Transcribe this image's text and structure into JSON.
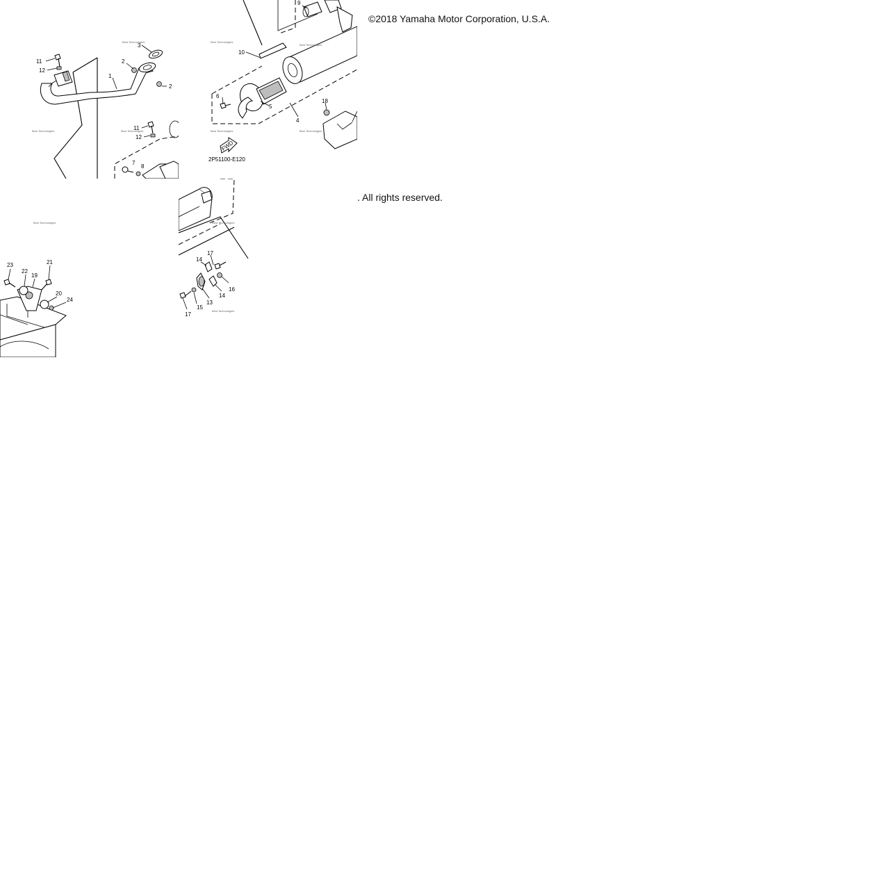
{
  "copyright": "©2018 Yamaha Motor Corporation, U.S.A.",
  "rights": ". All rights reserved.",
  "diagram_code": "2P51100-E120",
  "fwd_label": "FWD",
  "watermark": "Best Technologies",
  "callouts": {
    "tile_a": [
      "11",
      "12",
      "1",
      "2",
      "3",
      "2",
      "11",
      "12",
      "7",
      "8"
    ],
    "tile_b": [
      "9",
      "10",
      "6",
      "5",
      "4",
      "18"
    ],
    "tile_c": [
      "23",
      "22",
      "19",
      "21",
      "20",
      "24"
    ],
    "tile_d": [
      "17",
      "14",
      "16",
      "14",
      "13",
      "15",
      "17"
    ]
  }
}
